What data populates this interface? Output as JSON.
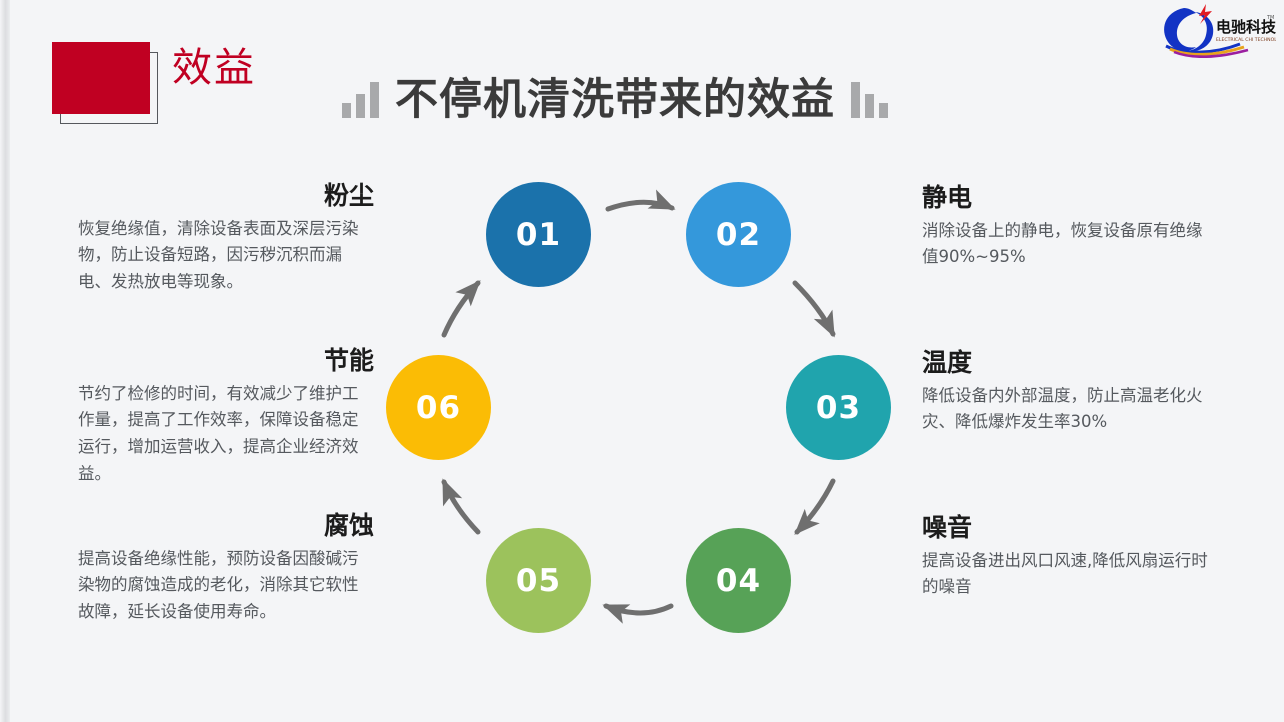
{
  "header": {
    "section_label": "效益",
    "title": "不停机清洗带来的效益",
    "badge_color": "#c00022",
    "label_color": "#c00022",
    "title_color": "#3b3b3b"
  },
  "logo": {
    "name": "电驰科技",
    "cn_text": "电驰科技",
    "en_text": "ELECTRICAL CHI TECHNOLOGY",
    "trademark": "TM"
  },
  "cycle": {
    "nodes": [
      {
        "number": "01",
        "color": "#1b72ab"
      },
      {
        "number": "02",
        "color": "#3498db"
      },
      {
        "number": "03",
        "color": "#20a4ad"
      },
      {
        "number": "04",
        "color": "#57a257"
      },
      {
        "number": "05",
        "color": "#9cc25c"
      },
      {
        "number": "06",
        "color": "#fbbc05"
      }
    ],
    "arrow_color": "#6f6f6f"
  },
  "blocks": {
    "dust": {
      "title": "粉尘",
      "body": "恢复绝缘值，清除设备表面及深层污染物，防止设备短路，因污秽沉积而漏电、发热放电等现象。"
    },
    "energy": {
      "title": "节能",
      "body": "节约了检修的时间，有效减少了维护工作量，提高了工作效率，保障设备稳定运行，增加运营收入，提高企业经济效益。"
    },
    "corrosion": {
      "title": "腐蚀",
      "body": "提高设备绝缘性能，预防设备因酸碱污染物的腐蚀造成的老化，消除其它软性故障，延长设备使用寿命。"
    },
    "static": {
      "title": "静电",
      "body": "消除设备上的静电，恢复设备原有绝缘值90%~95%"
    },
    "temperature": {
      "title": "温度",
      "body": "降低设备内外部温度，防止高温老化火灾、降低爆炸发生率30%"
    },
    "noise": {
      "title": "噪音",
      "body": "提高设备进出风口风速,降低风扇运行时的噪音"
    }
  }
}
